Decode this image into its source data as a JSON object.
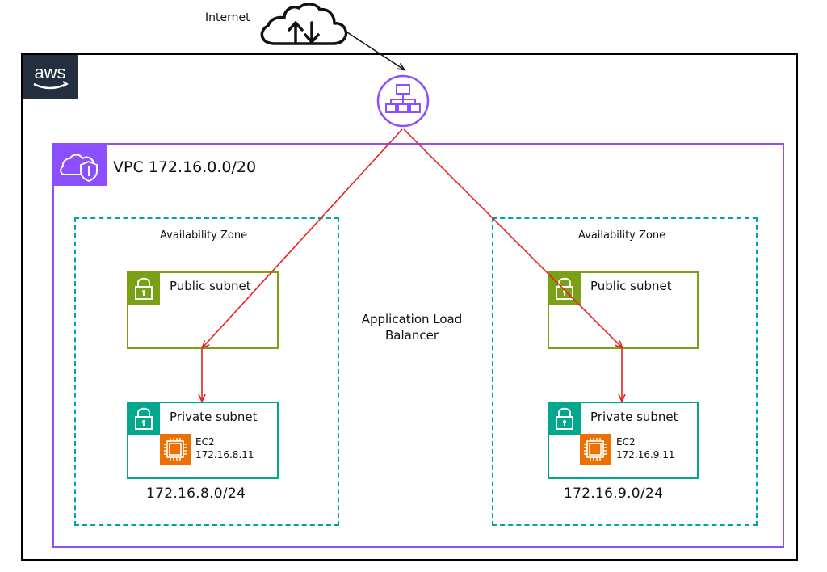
{
  "internet": {
    "label": "Internet"
  },
  "aws": {
    "logo_text": "aws"
  },
  "vpc": {
    "title": "VPC 172.16.0.0/20"
  },
  "load_balancer": {
    "label_line1": "Application Load",
    "label_line2": "Balancer"
  },
  "zones": [
    {
      "label": "Availability Zone",
      "public_subnet": "Public subnet",
      "private_subnet": "Private subnet",
      "ec2_label": "EC2",
      "ec2_ip": "172.16.8.11",
      "cidr": "172.16.8.0/24"
    },
    {
      "label": "Availability Zone",
      "public_subnet": "Public subnet",
      "private_subnet": "Private subnet",
      "ec2_label": "EC2",
      "ec2_ip": "172.16.9.11",
      "cidr": "172.16.9.0/24"
    }
  ],
  "colors": {
    "vpc": "#8c4fff",
    "availability_zone": "#00a4a6",
    "public_subnet": "#7aa116",
    "private_subnet": "#01a88d",
    "ec2": "#ed7100",
    "traffic_arrow": "#e8201f",
    "aws_logo_bg": "#232f3e"
  },
  "icons": [
    "cloud-upload-download-icon",
    "aws-logo",
    "load-balancer-icon",
    "vpc-shield-icon",
    "lock-icon",
    "ec2-chip-icon"
  ]
}
